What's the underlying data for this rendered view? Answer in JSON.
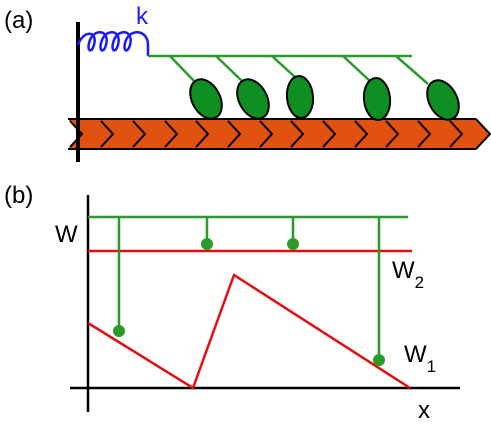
{
  "panel_a": {
    "label": "(a)",
    "spring_label": "k",
    "colors": {
      "spring": "#1a1aff",
      "motor": "#2a9a2a",
      "motor_fill": "#0f8f22",
      "filament": "#e0520e",
      "wall": "#000000"
    }
  },
  "panel_b": {
    "label": "(b)",
    "axis_x_label": "x",
    "level_w_label": "W",
    "w2_label_main": "W",
    "w2_label_sub": "2",
    "w1_label_main": "W",
    "w1_label_sub": "1",
    "colors": {
      "green": "#2a9a2a",
      "red": "#e01010",
      "axis": "#000000"
    }
  }
}
